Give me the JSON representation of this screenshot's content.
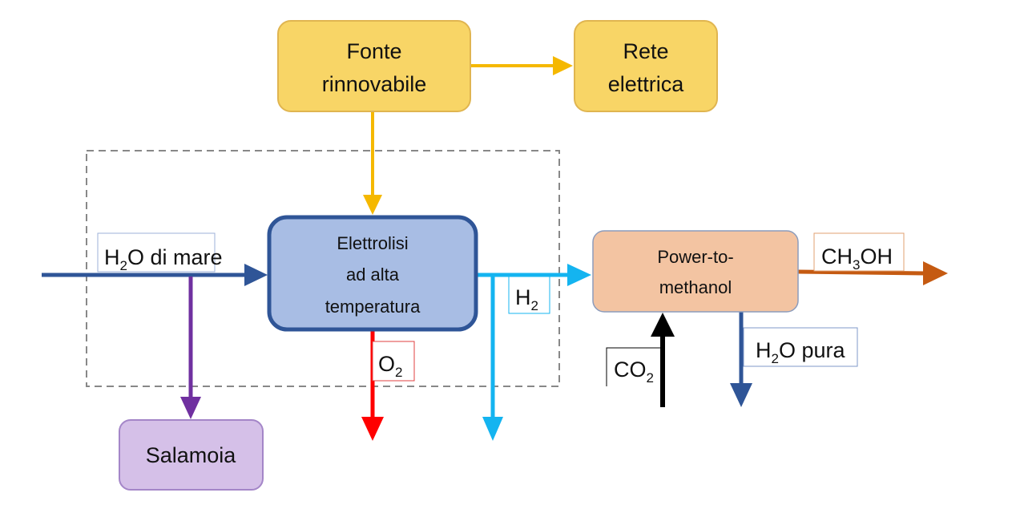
{
  "nodes": {
    "fonte": {
      "line1": "Fonte",
      "line2": "rinnovabile"
    },
    "rete": {
      "line1": "Rete",
      "line2": "elettrica"
    },
    "elettrolisi": {
      "line1": "Elettrolisi",
      "line2": "ad alta",
      "line3": "temperatura"
    },
    "ptm": {
      "line1": "Power-to-",
      "line2": "methanol"
    },
    "salamoia": {
      "line1": "Salamoia"
    }
  },
  "flows": {
    "h2o_mare": {
      "pre": "H",
      "sub": "2",
      "post": "O di mare"
    },
    "o2": {
      "pre": "O",
      "sub": "2"
    },
    "h2": {
      "pre": "H",
      "sub": "2"
    },
    "ch3oh": {
      "pre": "CH",
      "sub": "3",
      "post": "OH"
    },
    "co2": {
      "pre": "CO",
      "sub": "2"
    },
    "h2o_pura": {
      "pre": "H",
      "sub": "2",
      "post": "O pura"
    }
  },
  "colors": {
    "power": "#f5b800",
    "seawater": "#2f5597",
    "brine": "#7030a0",
    "oxygen": "#ff0000",
    "hydrogen": "#14b4f0",
    "methanol": "#c55a11",
    "co2": "#000000"
  }
}
